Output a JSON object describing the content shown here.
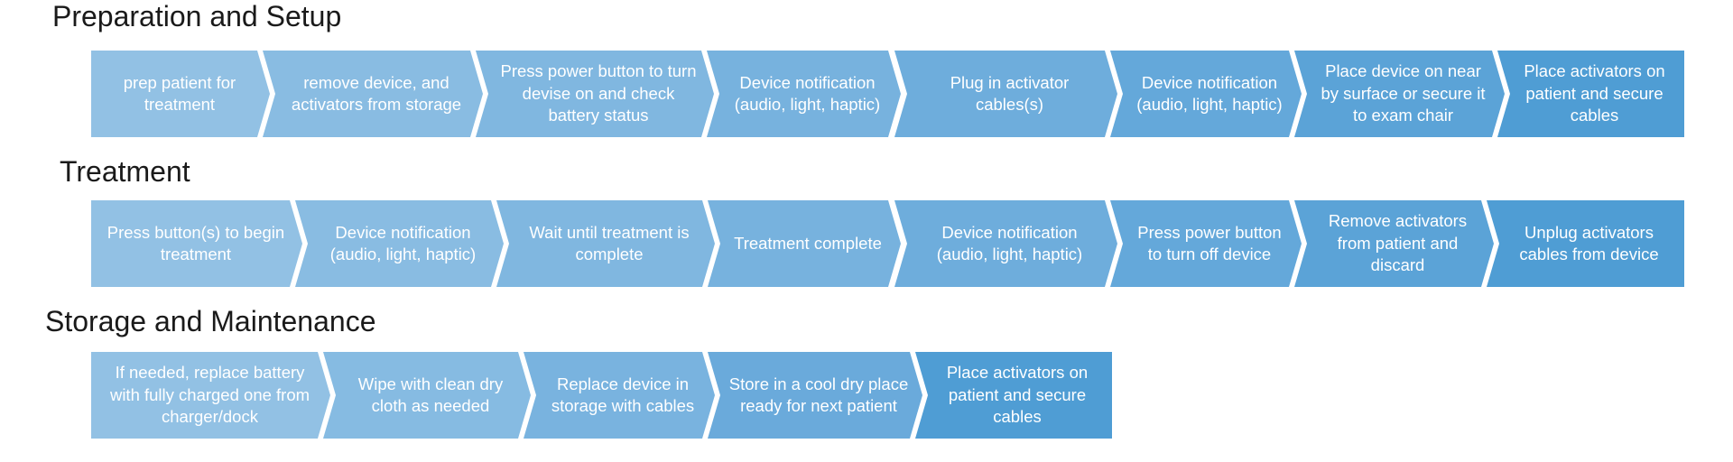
{
  "sections": [
    {
      "title": "Preparation and Setup",
      "steps": [
        {
          "label": "prep patient for treatment",
          "color": "#92c1e4"
        },
        {
          "label": "remove device, and activators from storage",
          "color": "#89bce2"
        },
        {
          "label": "Press power button to turn devise on and check battery status",
          "color": "#80b7e0"
        },
        {
          "label": "Device notification (audio, light, haptic)",
          "color": "#77b2de"
        },
        {
          "label": "Plug in activator cables(s)",
          "color": "#6eaddc"
        },
        {
          "label": "Device notification (audio, light, haptic)",
          "color": "#64a8da"
        },
        {
          "label": "Place device on near by surface or secure it to exam chair",
          "color": "#5ba3d7"
        },
        {
          "label": "Place activators on patient and secure cables",
          "color": "#4f9dd4"
        }
      ]
    },
    {
      "title": "Treatment",
      "steps": [
        {
          "label": "Press button(s) to begin treatment",
          "color": "#92c1e4"
        },
        {
          "label": "Device notification (audio, light, haptic)",
          "color": "#89bce2"
        },
        {
          "label": "Wait until treatment is complete",
          "color": "#80b7e0"
        },
        {
          "label": "Treatment complete",
          "color": "#77b2de"
        },
        {
          "label": "Device notification (audio, light, haptic)",
          "color": "#6eaddc"
        },
        {
          "label": "Press power button to turn off device",
          "color": "#64a8da"
        },
        {
          "label": "Remove activators from patient and discard",
          "color": "#5ba3d7"
        },
        {
          "label": "Unplug activators cables from device",
          "color": "#4f9dd4"
        }
      ]
    },
    {
      "title": "Storage and Maintenance",
      "steps": [
        {
          "label": "If needed, replace battery with fully charged one from charger/dock",
          "color": "#92c1e4"
        },
        {
          "label": "Wipe with clean dry cloth as needed",
          "color": "#86bbe2"
        },
        {
          "label": "Replace device in storage with cables",
          "color": "#79b3df"
        },
        {
          "label": "Store in a cool dry place ready for next patient",
          "color": "#6aaadb"
        },
        {
          "label": "Place activators on patient and secure cables",
          "color": "#4f9dd4"
        }
      ]
    }
  ]
}
